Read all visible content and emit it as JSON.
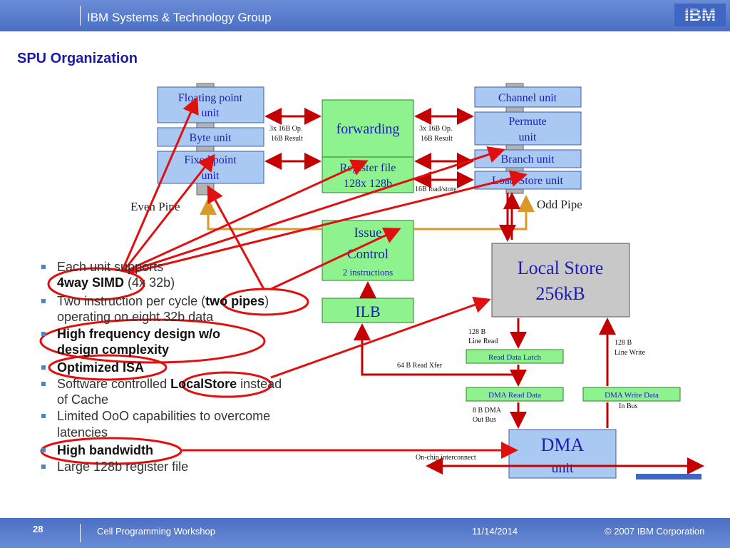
{
  "header": {
    "group": "IBM Systems & Technology Group",
    "logo_text": "IBM"
  },
  "title": "SPU Organization",
  "diagram": {
    "fp_1": "Floating point",
    "fp_2": "unit",
    "byte": "Byte unit",
    "fx_1": "Fixed point",
    "fx_2": "unit",
    "forwarding": "forwarding",
    "rf_1": "Register file",
    "rf_2": "128x 128b",
    "channel": "Channel unit",
    "perm_1": "Permute",
    "perm_2": "unit",
    "branch": "Branch unit",
    "ldst": "Load/Store unit",
    "even_pipe": "Even Pipe",
    "odd_pipe": "Odd Pipe",
    "left_ops_1": "3x 16B Op.",
    "left_ops_2": "16B Result",
    "right_ops_1": "3x 16B Op.",
    "right_ops_2": "16B Result",
    "ldst_label": "16B load/store",
    "issue_1": "Issue",
    "issue_2": "Control",
    "issue_3": "2 instructions",
    "ilb": "ILB",
    "ls_1": "Local Store",
    "ls_2": "256kB",
    "line_read_1": "128 B",
    "line_read_2": "Line Read",
    "line_write_1": "128 B",
    "line_write_2": "Line Write",
    "read_latch": "Read Data Latch",
    "xfer": "64 B Read Xfer",
    "dma_read": "DMA Read Data",
    "dma_write": "DMA Write Data",
    "in_bus": "In Bus",
    "out_bus_1": "8 B DMA",
    "out_bus_2": "Out Bus",
    "dma_1": "DMA",
    "dma_2": "unit",
    "onchip": "On-chip interconnect"
  },
  "bullets": {
    "b1_a": "Each unit supports",
    "b1_b": "4way SIMD",
    "b1_c": " (4x 32b)",
    "b2_a": "Two instruction per cycle (",
    "b2_b": "two pipes",
    "b2_c": ")",
    "b2_d": "operating on eight 32b data",
    "b3_a": "High frequency design w/o",
    "b3_b": "design complexity",
    "b4": "Optimized ISA",
    "b5_a": "Software controlled ",
    "b5_b": "LocalStore",
    "b5_c": " instead",
    "b5_d": "of Cache",
    "b6_a": "Limited OoO capabilities to overcome",
    "b6_b": "latencies",
    "b7": "High bandwidth",
    "b8": "Large 128b register file"
  },
  "footer": {
    "page": "28",
    "workshop": "Cell Programming Workshop",
    "date": "11/14/2014",
    "copyright": "© 2007 IBM Corporation"
  },
  "colors": {
    "header": "#5b7fcf",
    "title": "#1a1aa6",
    "unit_box": "#a9c9f2",
    "green_box": "#8ef28e",
    "local_store": "#c8c8c8",
    "annotation": "#e01010",
    "pipe_arrow": "#d89a2c",
    "bus_arrow": "#c40000"
  }
}
